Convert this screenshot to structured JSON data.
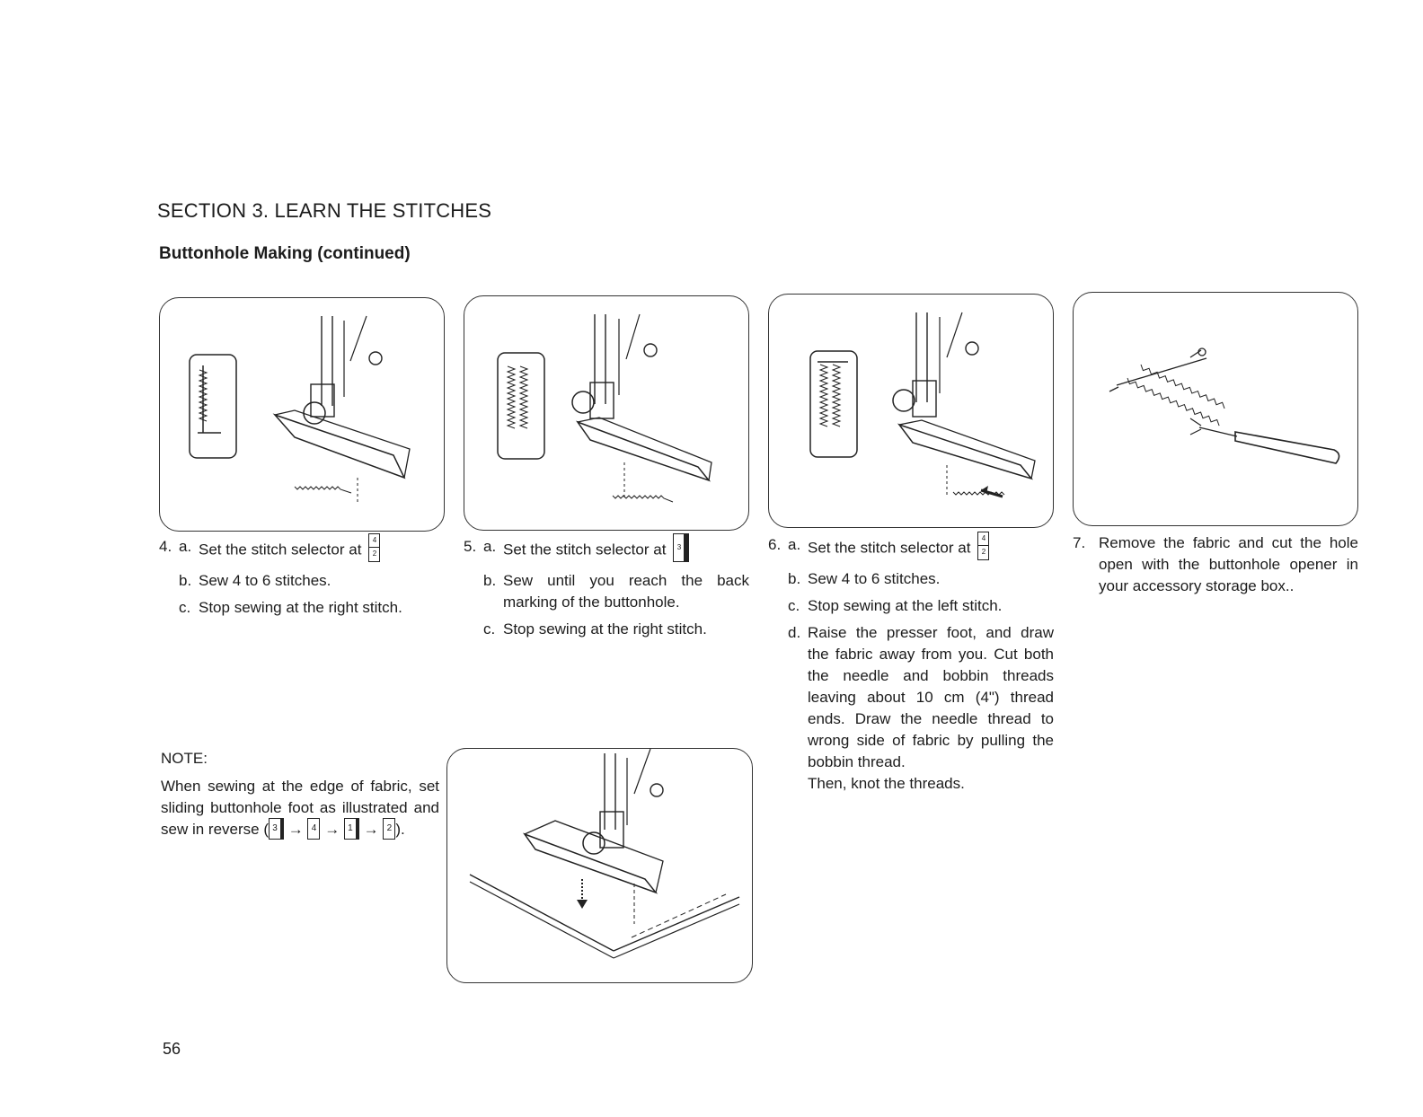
{
  "header": {
    "section_title": "SECTION  3.   LEARN THE STITCHES",
    "subtitle": "Buttonhole Making (continued)"
  },
  "steps": [
    {
      "number": "4.",
      "items": [
        {
          "letter": "a.",
          "text": "Set the stitch selector at"
        },
        {
          "letter": "b.",
          "text": "Sew 4 to 6 stitches."
        },
        {
          "letter": "c.",
          "text": "Stop sewing at the right stitch."
        }
      ]
    },
    {
      "number": "5.",
      "items": [
        {
          "letter": "a.",
          "text": "Set the stitch selector at"
        },
        {
          "letter": "b.",
          "text": "Sew until you reach the back marking of the buttonhole."
        },
        {
          "letter": "c.",
          "text": "Stop sewing at the right stitch."
        }
      ]
    },
    {
      "number": "6.",
      "items": [
        {
          "letter": "a.",
          "text": "Set the stitch selector at"
        },
        {
          "letter": "b.",
          "text": "Sew 4 to 6 stitches."
        },
        {
          "letter": "c.",
          "text": "Stop sewing at the left stitch."
        },
        {
          "letter": "d.",
          "text": "Raise the presser foot, and draw the fabric away from you. Cut both the needle and bobbin threads leaving about 10 cm (4\") thread ends. Draw the needle thread to wrong side of fabric by pulling the bobbin thread."
        },
        {
          "letter": "",
          "text": "Then, knot the threads."
        }
      ]
    },
    {
      "number": "7.",
      "items": [
        {
          "letter": "",
          "text": "Remove the fabric and cut the hole open with the buttonhole opener in your accessory storage box.."
        }
      ]
    }
  ],
  "selector_marks": {
    "top": "4",
    "bottom": "2",
    "three": "3",
    "one": "1"
  },
  "note": {
    "label": "NOTE:",
    "text": "When sewing at the edge of fabric, set sliding buttonhole foot as illustrated and sew in reverse",
    "open": "(",
    "close": ")."
  },
  "page_number": "56"
}
